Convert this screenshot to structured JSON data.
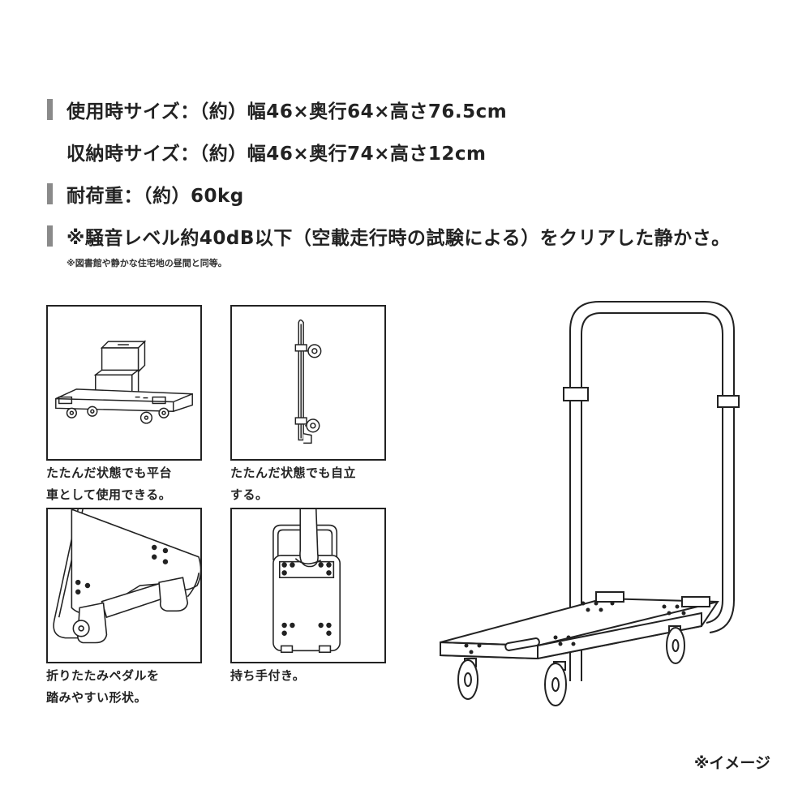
{
  "specs": [
    {
      "text": "使用時サイズ：（約）幅46×奥行64×高さ76.5cm",
      "marker": true
    },
    {
      "text": "収納時サイズ：（約）幅46×奥行74×高さ12cm",
      "marker": false
    },
    {
      "text": "耐荷重：（約）60kg",
      "marker": true
    },
    {
      "text": "※騒音レベル約40dB以下（空載走行時の試験による）をクリアした静かさ。",
      "marker": true
    }
  ],
  "note": "※図書館や静かな住宅地の昼間と同等。",
  "panels": [
    {
      "illustration": "flatbed-with-boxes",
      "caption": [
        "たたんだ状態でも平台",
        "車として使用できる。"
      ]
    },
    {
      "illustration": "folded-standing-cart",
      "caption": [
        "たたんだ状態でも自立",
        "する。"
      ]
    },
    {
      "illustration": "folding-pedal-closeup",
      "caption": [
        "折りたたみペダルを",
        "踏みやすい形状。"
      ]
    },
    {
      "illustration": "hand-holding-grip",
      "caption": [
        "持ち手付き。"
      ]
    }
  ],
  "main_illustration": "hand-truck-cart",
  "image_note": "※イメージ"
}
